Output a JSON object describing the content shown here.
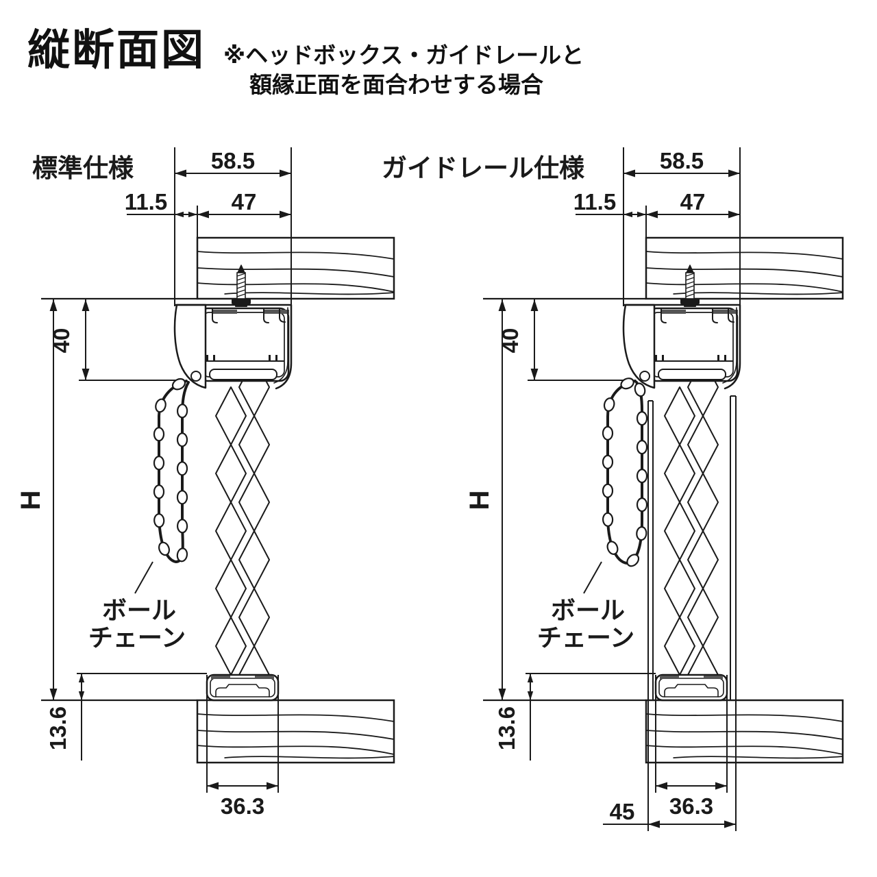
{
  "header": {
    "title": "縦断面図",
    "note_line1": "※ヘッドボックス・ガイドレールと",
    "note_line2": "額縁正面を面合わせする場合"
  },
  "diagrams": [
    {
      "label": "標準仕様",
      "dims": {
        "front_offset": "58.5",
        "headbox_depth": "47",
        "gap": "11.5",
        "headbox_height": "40",
        "window_height": "H",
        "bottom_clearance": "13.6",
        "bottom_rail_depth": "36.3"
      },
      "chain_label": {
        "line1": "ボール",
        "line2": "チェーン"
      }
    },
    {
      "label": "ガイドレール仕様",
      "dims": {
        "front_offset": "58.5",
        "headbox_depth": "47",
        "gap": "11.5",
        "headbox_height": "40",
        "window_height": "H",
        "bottom_clearance": "13.6",
        "bottom_rail_depth": "36.3",
        "guide_rail_depth": "45"
      },
      "chain_label": {
        "line1": "ボール",
        "line2": "チェーン"
      }
    }
  ],
  "colors": {
    "line": "#1a1a1a",
    "screw_head": "#1a1a1a",
    "fabric_tape": "#555555",
    "background": "#ffffff"
  }
}
